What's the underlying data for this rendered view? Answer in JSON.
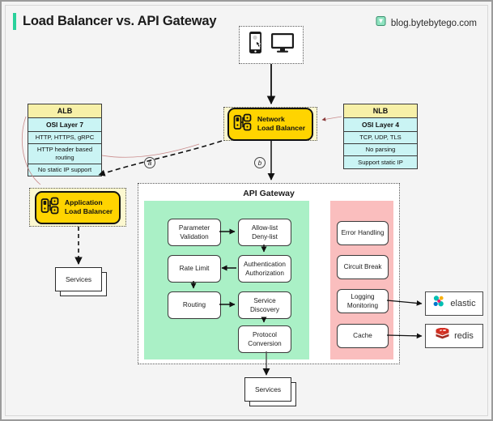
{
  "header": {
    "title": "Load Balancer vs. API Gateway",
    "brand": "blog.bytebytego.com",
    "brand_icon": "bytebytego-logo-icon",
    "accent_color": "#2ad19b"
  },
  "clients": {
    "name": "client-devices",
    "icons": [
      "mobile-touch-icon",
      "desktop-monitor-icon"
    ]
  },
  "alb_table": {
    "header": "ALB",
    "rows": [
      "OSI Layer 7",
      "HTTP, HTTPS, gRPC",
      "HTTP header based routing",
      "No static IP support"
    ]
  },
  "nlb_table": {
    "header": "NLB",
    "rows": [
      "OSI Layer 4",
      "TCP, UDP, TLS",
      "No parsing",
      "Support static IP"
    ]
  },
  "nodes": {
    "network_lb": "Network\nLoad Balancer",
    "network_lb_line1": "Network",
    "network_lb_line2": "Load Balancer",
    "application_lb_line1": "Application",
    "application_lb_line2": "Load Balancer",
    "icon": "load-balancer-icon"
  },
  "markers": {
    "a": "a",
    "b": "b"
  },
  "services": {
    "left_label": "Services",
    "bottom_label": "Services"
  },
  "api_gateway": {
    "title": "API Gateway",
    "green_zone_color": "#aaf0c6",
    "pink_zone_color": "#fabebe",
    "pipeline": [
      {
        "id": "parameter-validation",
        "line1": "Parameter",
        "line2": "Validation"
      },
      {
        "id": "allow-deny-list",
        "line1": "Allow-list",
        "line2": "Deny-list"
      },
      {
        "id": "rate-limit",
        "line1": "Rate Limit",
        "line2": ""
      },
      {
        "id": "authentication-authorization",
        "line1": "Authentication",
        "line2": "Authorization"
      },
      {
        "id": "routing",
        "line1": "Routing",
        "line2": ""
      },
      {
        "id": "service-discovery",
        "line1": "Service",
        "line2": "Discovery"
      },
      {
        "id": "protocol-conversion",
        "line1": "Protocol",
        "line2": "Conversion"
      }
    ],
    "cross_cutting": [
      {
        "id": "error-handling",
        "line1": "Error Handling",
        "line2": ""
      },
      {
        "id": "circuit-break",
        "line1": "Circuit Break",
        "line2": ""
      },
      {
        "id": "logging-monitoring",
        "line1": "Logging",
        "line2": "Monitoring"
      },
      {
        "id": "cache",
        "line1": "Cache",
        "line2": ""
      }
    ]
  },
  "stores": [
    {
      "id": "elastic",
      "label": "elastic",
      "icon": "elastic-logo-icon"
    },
    {
      "id": "redis",
      "label": "redis",
      "icon": "redis-logo-icon"
    }
  ]
}
